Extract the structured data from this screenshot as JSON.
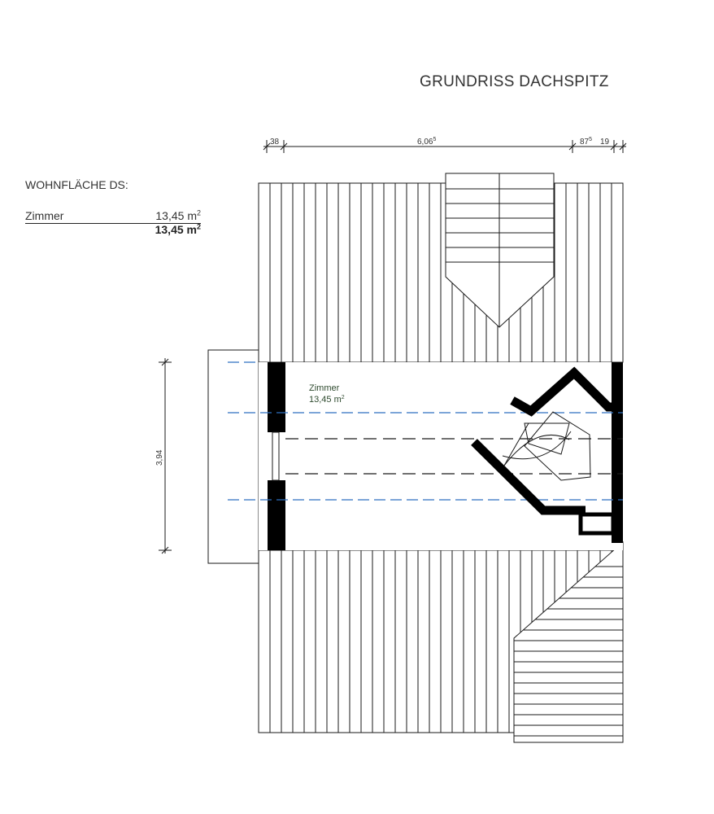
{
  "title": "GRUNDRISS DACHSPITZ",
  "area_table": {
    "heading": "WOHNFLÄCHE DS:",
    "rows": [
      {
        "label": "Zimmer",
        "value": "13,45 m",
        "unit_sup": "2"
      }
    ],
    "total": {
      "value": "13,45 m",
      "unit_sup": "2"
    }
  },
  "dimensions": {
    "top": [
      {
        "text": "38",
        "sup": ""
      },
      {
        "text": "6,06",
        "sup": "5"
      },
      {
        "text": "87",
        "sup": "5"
      },
      {
        "text": "19",
        "sup": ""
      }
    ],
    "left": {
      "text": "3,94"
    }
  },
  "room": {
    "name": "Zimmer",
    "area": "13,45 m",
    "area_sup": "2"
  },
  "colors": {
    "lines": "#1a1a1a",
    "dashed_blue": "#2f6fc0",
    "walls": "#000000"
  }
}
